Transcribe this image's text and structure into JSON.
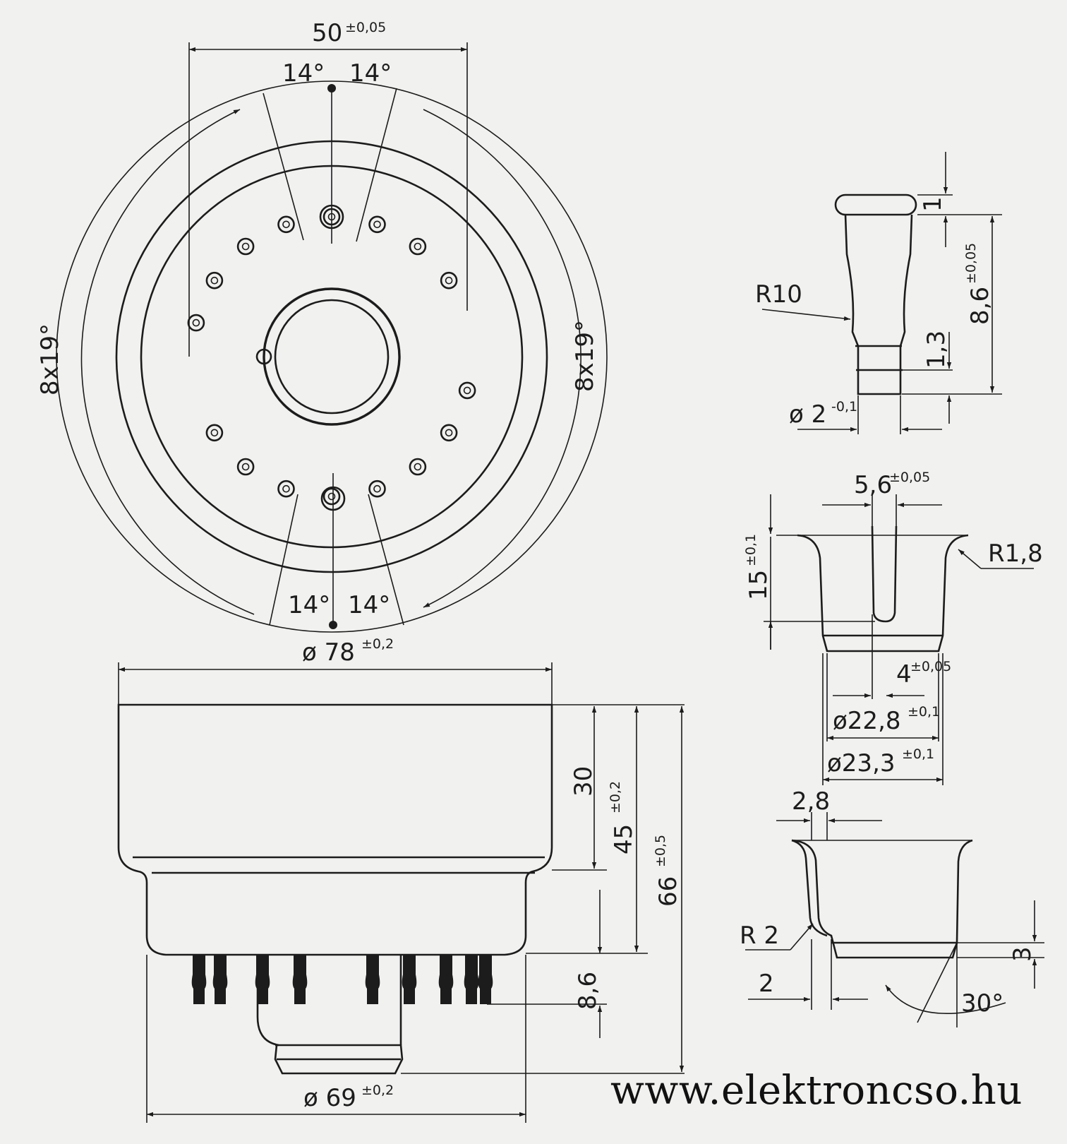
{
  "top_view": {
    "width_dim": "50",
    "width_tol": "±0,05",
    "angle_top_left": "14°",
    "angle_top_right": "14°",
    "angle_bottom_left": "14°",
    "angle_bottom_right": "14°",
    "pitch_left": "8x19°",
    "pitch_right": "8x19°",
    "diameter_dim": "ø 78",
    "diameter_tol": "±0,2"
  },
  "side_view": {
    "height_30": "30",
    "height_45": "45",
    "height_45_tol": "±0,2",
    "height_66": "66",
    "height_66_tol": "±0,5",
    "pin_height": "8,6",
    "diameter_dim": "ø 69",
    "diameter_tol": "±0,2"
  },
  "pin_detail": {
    "head_height": "1",
    "length": "8,6",
    "length_tol": "±0,05",
    "radius": "R10",
    "tip_height": "1,3",
    "diameter": "ø 2",
    "diameter_tol": "-0,1"
  },
  "cup_detail": {
    "slot_width": "5,6",
    "slot_width_tol": "±0,05",
    "radius": "R1,8",
    "depth": "15",
    "depth_tol": "±0,1",
    "offset": "4",
    "offset_tol": "±0,05",
    "inner_diameter": "ø22,8",
    "inner_diameter_tol": "±0,1",
    "outer_diameter": "ø23,3",
    "outer_diameter_tol": "±0,1"
  },
  "flare_detail": {
    "lip_width": "2,8",
    "radius": "R 2",
    "wall": "2",
    "bottom_height": "3",
    "angle": "30°"
  },
  "watermark": "www.elektroncso.hu"
}
